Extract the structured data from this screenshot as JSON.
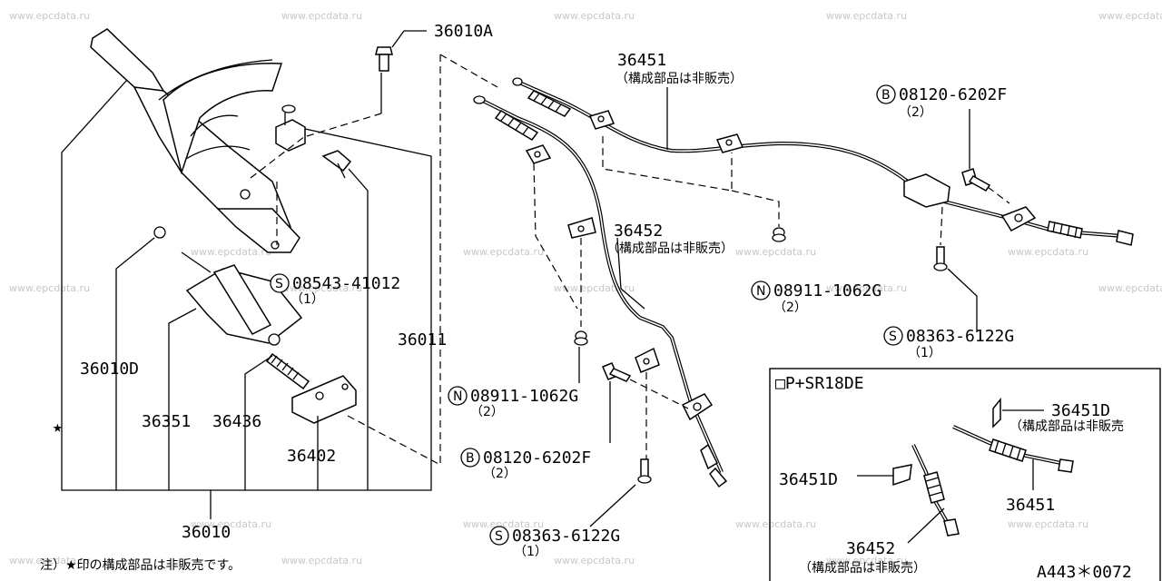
{
  "watermark": "www.epcdata.ru",
  "labels": {
    "p36010a": "36010A",
    "p36451": "36451",
    "p36451_note": "（構成部品は非販売）",
    "b1": "08120-6202F",
    "b1_qty": "（2）",
    "p36452": "36452",
    "p36452_note": "（構成部品は非販売）",
    "s1": "08543-41012",
    "s1_qty": "（1）",
    "n1": "08911-1062G",
    "n1_qty": "（2）",
    "p36011": "36011",
    "s2": "08363-6122G",
    "s2_qty": "（1）",
    "p36010d": "36010D",
    "n2": "08911-1062G",
    "n2_qty": "（2）",
    "p36351": "36351",
    "p36436": "36436",
    "b2": "08120-6202F",
    "b2_qty": "（2）",
    "p36402": "36402",
    "s3": "08363-6122G",
    "s3_qty": "（1）",
    "p36010": "36010",
    "prefix_s": "S",
    "prefix_n": "N",
    "prefix_b": "B",
    "star": "★"
  },
  "inset": {
    "title": "□P+SR18DE",
    "p36451d_top": "36451D",
    "p36451d_note": "（構成部品は非販売",
    "p36451d_left": "36451D",
    "p36451": "36451",
    "p36452": "36452",
    "p36452_note": "（構成部品は非販売）"
  },
  "footer": {
    "note": "注）★印の構成部品は非販売です。",
    "code": "A443＊0072"
  }
}
